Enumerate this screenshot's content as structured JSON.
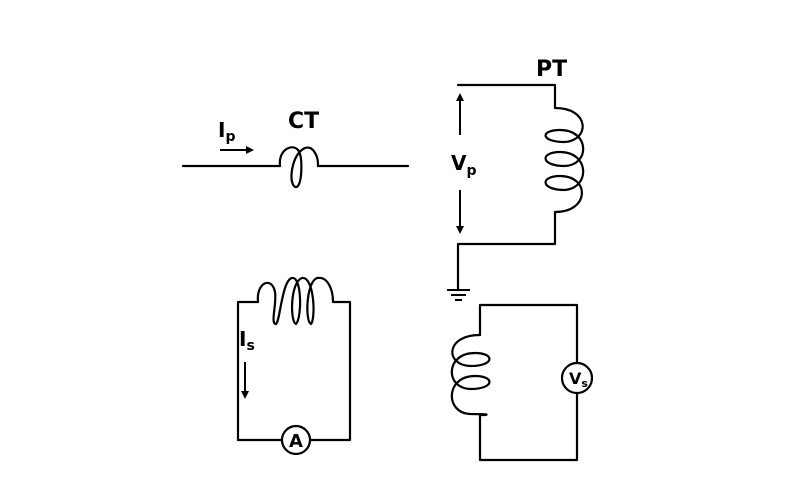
{
  "ct": {
    "label": "CT",
    "primary_current_main": "I",
    "primary_current_sub": "p",
    "secondary_current_main": "I",
    "secondary_current_sub": "s",
    "meter_label": "A"
  },
  "pt": {
    "label": "PT",
    "primary_voltage_main": "V",
    "primary_voltage_sub": "p",
    "meter_label_main": "V",
    "meter_label_sub": "s"
  }
}
